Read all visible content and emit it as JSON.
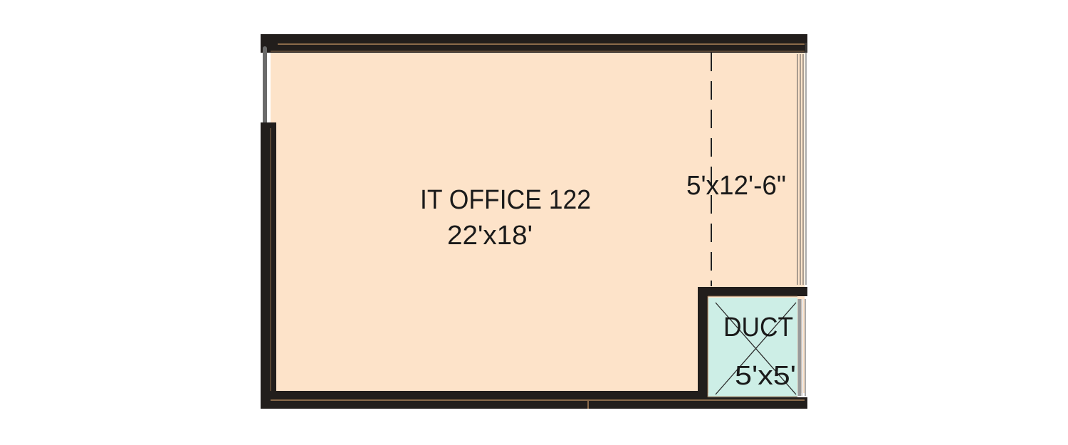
{
  "rooms": [
    {
      "name": "IT OFFICE 122",
      "size": "22'x18'"
    },
    {
      "name": "",
      "size": "5'x12'-6\""
    },
    {
      "name": "DUCT",
      "size": "5'x5'"
    }
  ],
  "colors": {
    "office_fill": "#fde3c9",
    "duct_fill": "#cdeee6",
    "wall": "#221e1c",
    "wall_edge": "#8a6a4a",
    "glazing": "#6b6b6b"
  }
}
